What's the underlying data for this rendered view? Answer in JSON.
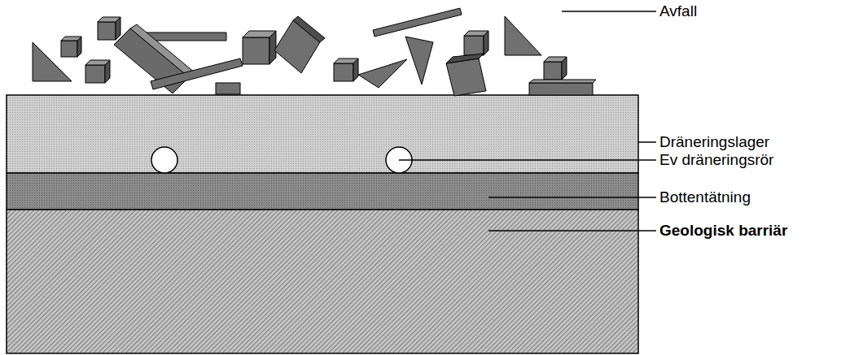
{
  "diagram": {
    "labels": [
      "Avfall",
      "Dräneringslager",
      "Ev dräneringsrör",
      "Bottentätning",
      "Geologisk barriär"
    ]
  }
}
